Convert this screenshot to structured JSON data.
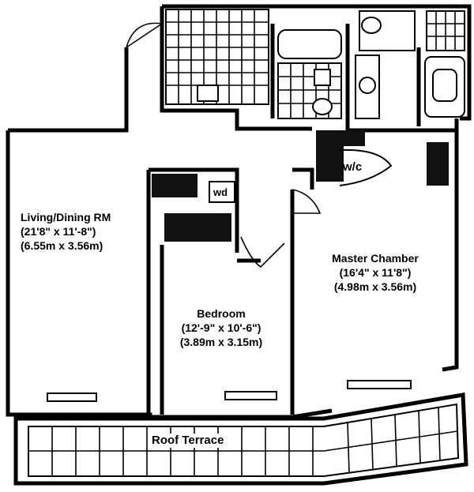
{
  "rooms": {
    "living": {
      "name": "Living/Dining RM",
      "imperial": "(21'8\" x 11'-8\")",
      "metric": "(6.55m x 3.56m)"
    },
    "bedroom": {
      "name": "Bedroom",
      "imperial": "(12'-9\" x 10'-6\")",
      "metric": "(3.89m x 3.15m)"
    },
    "master": {
      "name": "Master Chamber",
      "imperial": "(16'4\" x 11'8\")",
      "metric": "(4.98m x 3.56m)"
    },
    "closet": {
      "name": "w/c"
    },
    "laundry": {
      "name": "wd"
    },
    "terrace": {
      "name": "Roof Terrace"
    }
  }
}
